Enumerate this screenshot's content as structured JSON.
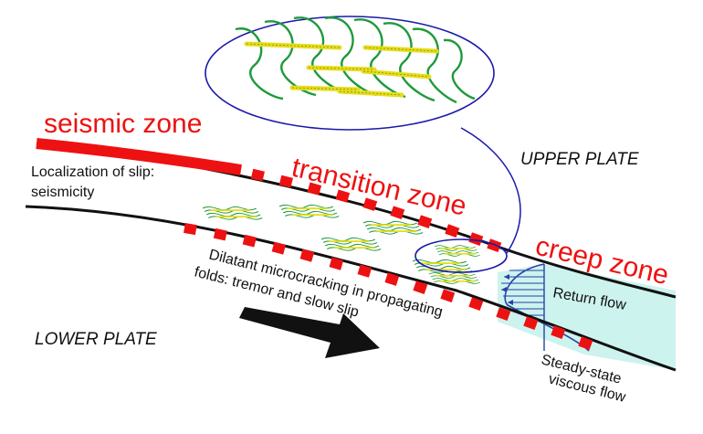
{
  "zones": {
    "seismic": "seismic zone",
    "transition": "transition zone",
    "creep": "creep zone"
  },
  "plates": {
    "upper": "UPPER PLATE",
    "lower": "LOWER PLATE"
  },
  "notes": {
    "seismic_line1": "Localization of slip:",
    "seismic_line2": "seismicity",
    "transition_line1": "Dilatant microcracking in propagating",
    "transition_line2": "folds: tremor and slow slip",
    "return_flow": "Return flow",
    "viscous_line1": "Steady-state",
    "viscous_line2": "viscous flow"
  },
  "colors": {
    "zone_label": "#ee1111",
    "fault_marker": "#ee1111",
    "fault_line": "#111111",
    "callout": "#1a1aa8",
    "fold_green": "#1f9a3a",
    "microcrack_yellow": "#e6dd1a",
    "flow_fill": "#cdf3ee",
    "flow_profile": "#2840a8",
    "arrow": "#111111"
  },
  "icons": {
    "movement_arrow": "arrow-right-icon",
    "fold_cluster": "fold-cluster-icon"
  }
}
